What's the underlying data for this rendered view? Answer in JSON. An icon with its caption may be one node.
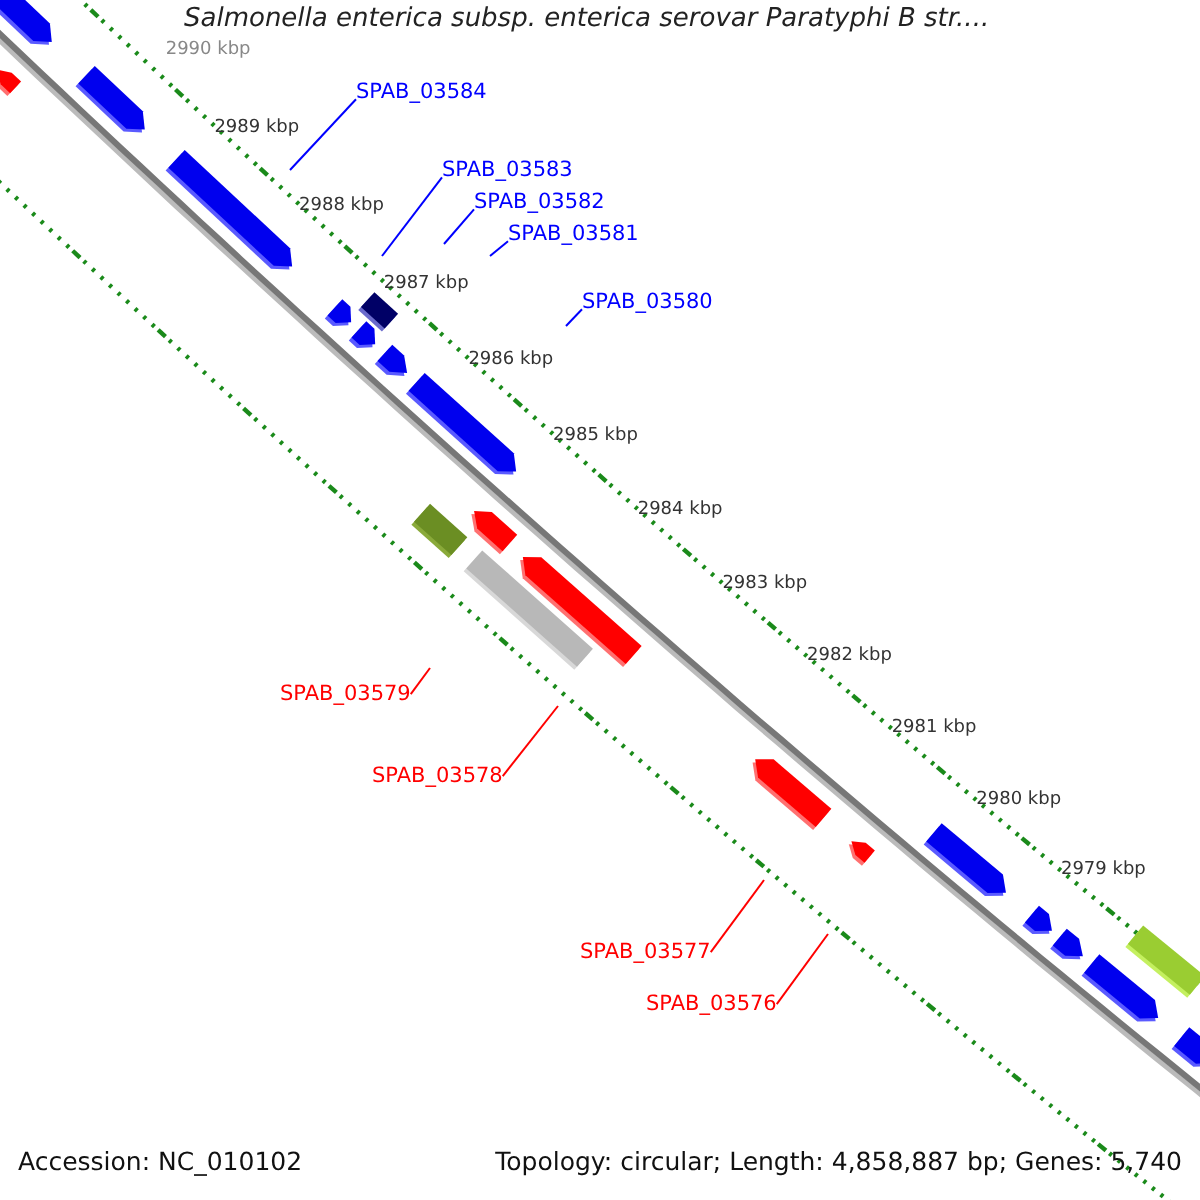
{
  "diagram": {
    "title": "Salmonella enterica subsp. enterica serovar Paratyphi B str....",
    "nodes": [
      {
        "text": [
          "SPAB_03584"
        ]
      },
      {
        "text": [
          "SPAB_03583"
        ]
      },
      {
        "text": [
          "SPAB_03582"
        ]
      },
      {
        "text": [
          "SPAB_03581"
        ]
      },
      {
        "text": [
          "SPAB_03580"
        ]
      },
      {
        "text": [
          "SPAB_03579"
        ]
      },
      {
        "text": [
          "SPAB_03578"
        ]
      },
      {
        "text": [
          "SPAB_03577"
        ]
      },
      {
        "text": [
          "SPAB_03576"
        ]
      }
    ],
    "edges": [
      {
        "from": 0,
        "to": null,
        "arrow": "none"
      },
      {
        "from": 1,
        "to": null,
        "arrow": "none"
      },
      {
        "from": 2,
        "to": null,
        "arrow": "none"
      },
      {
        "from": 3,
        "to": null,
        "arrow": "none"
      },
      {
        "from": 4,
        "to": null,
        "arrow": "none"
      },
      {
        "from": 5,
        "to": null,
        "arrow": "none",
        "color": "#ff0000"
      },
      {
        "from": 6,
        "to": null,
        "arrow": "none",
        "color": "#ff0000"
      },
      {
        "from": 7,
        "to": null,
        "arrow": "none",
        "color": "#ff0000"
      },
      {
        "from": 8,
        "to": null,
        "arrow": "none",
        "color": "#ff0000"
      }
    ],
    "labels": [
      "2990 kbp",
      "2989 kbp",
      "2988 kbp",
      "2987 kbp",
      "2986 kbp",
      "2985 kbp",
      "2984 kbp",
      "2983 kbp",
      "2982 kbp",
      "2981 kbp",
      "2980 kbp",
      "2979 kbp",
      "Accession: NC_010102",
      "Topology: circular; Length: 4,858,887 bp; Genes: 5,740"
    ]
  }
}
